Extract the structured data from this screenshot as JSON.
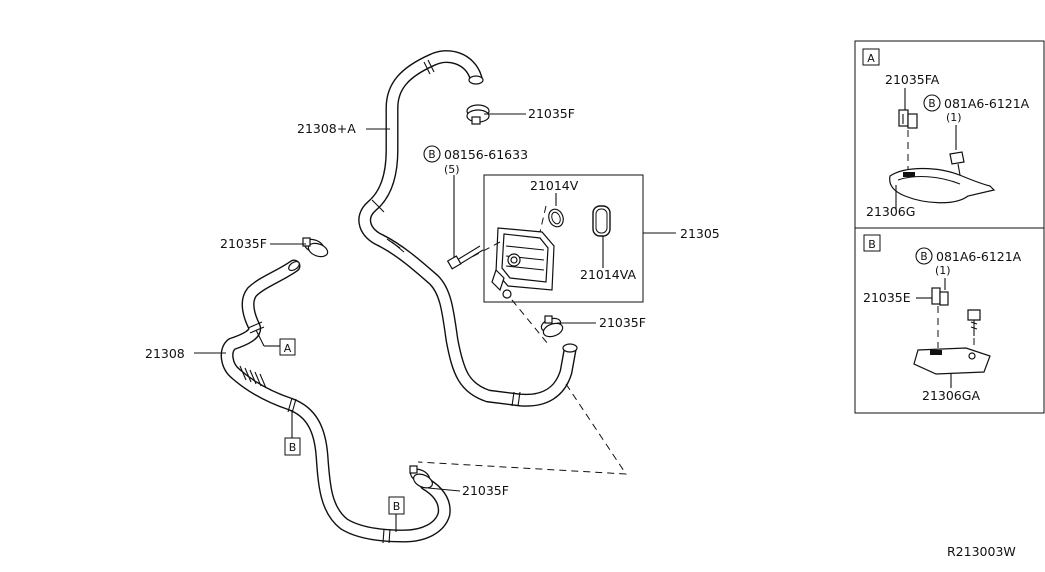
{
  "callouts": {
    "hose_upper": "21308+A",
    "hose_lower": "21308",
    "clamp": "21035F",
    "bolt_code": "08156-61633",
    "bolt_qty": "(5)",
    "o_ring_small": "21014V",
    "o_ring_large": "21014VA",
    "oil_cooler_assy": "21305",
    "marker_a": "A",
    "marker_b": "B",
    "bolt_symbol": "B"
  },
  "detail_a": {
    "tag": "A",
    "clip": "21035FA",
    "bolt_code": "081A6-6121A",
    "bolt_qty": "(1)",
    "bracket": "21306G"
  },
  "detail_b": {
    "tag": "B",
    "clip": "21035E",
    "bolt_code": "081A6-6121A",
    "bolt_qty": "(1)",
    "bracket": "21306GA"
  },
  "diagram_code": "R213003W"
}
